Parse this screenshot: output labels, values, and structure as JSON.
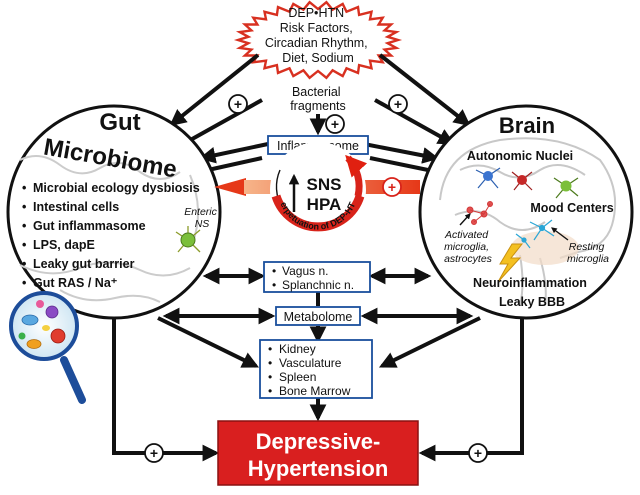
{
  "risk_factors": {
    "lines": [
      "DEP•HTN",
      "Risk Factors,",
      "Circadian Rhythm,",
      "Diet, Sodium"
    ]
  },
  "bacterial_fragments": {
    "lines": [
      "Bacterial",
      "fragments"
    ]
  },
  "inflammasome": "Inflammasome",
  "gut": {
    "title_line1": "Gut",
    "title_line2": "Microbiome",
    "items": [
      "Microbial ecology dysbiosis",
      "Intestinal cells",
      "Gut inflammasome",
      "LPS, dapE",
      "Leaky gut barrier",
      "Gut RAS / Na⁺"
    ],
    "enteric_ns": [
      "Enteric",
      "NS"
    ]
  },
  "brain": {
    "title": "Brain",
    "autonomic_nuclei": "Autonomic Nuclei",
    "mood_centers": "Mood Centers",
    "activated": [
      "Activated",
      "microglia,",
      "astrocytes"
    ],
    "resting": [
      "Resting",
      "microglia"
    ],
    "neuroinflammation": "Neuroinflammation",
    "leaky_bbb": "Leaky BBB"
  },
  "center": {
    "sns": "SNS",
    "hpa": "HPA",
    "perpetuation": "Perpetuation of DEP-HTN"
  },
  "nerves": {
    "items": [
      "Vagus n.",
      "Splanchnic n."
    ]
  },
  "metabolome": "Metabolome",
  "organs": {
    "items": [
      "Kidney",
      "Vasculature",
      "Spleen",
      "Bone Marrow"
    ]
  },
  "outcome": {
    "lines": [
      "Depressive-",
      "Hypertension"
    ]
  },
  "plus_symbol": "+",
  "bullet": "•",
  "colors": {
    "outcome_red": "#d91f1f",
    "box_border": "#1a4f9c",
    "burst_border": "#d83020",
    "sns_red": "#cc1a0f",
    "arrow_black": "#111111"
  }
}
